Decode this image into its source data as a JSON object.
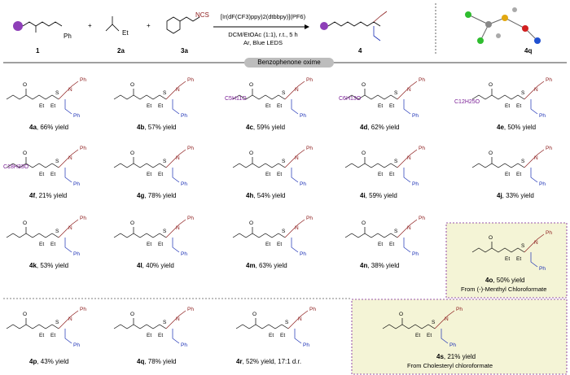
{
  "scheme": {
    "reactants": [
      {
        "id": "1",
        "label": "1",
        "fragment": "Ph"
      },
      {
        "id": "2a",
        "label": "2a",
        "fragment": "Et"
      },
      {
        "id": "3a",
        "label": "3a",
        "fragment": "NCS"
      }
    ],
    "catalyst": "[Ir(dF(CF3)ppy)2(dtbbpy)](PF6)",
    "conditions_line1": "DCM/EtOAc (1:1), r.t., 5 h",
    "conditions_line2": "Ar, Blue LEDS",
    "product_label": "4",
    "crystal_label": "4q",
    "section_label": "Benzophenone oxime",
    "common_fragments": {
      "ph": "Ph",
      "o": "O",
      "s": "S",
      "n": "N",
      "et": "Et"
    },
    "substrates": {
      "4c": "C5H11O",
      "4d": "C6H13O",
      "4e": "C12H25O",
      "4f": "C18H33O"
    },
    "entries": [
      {
        "id": "4a",
        "num": "4a",
        "yield": ", 66% yield"
      },
      {
        "id": "4b",
        "num": "4b",
        "yield": ", 57% yield"
      },
      {
        "id": "4c",
        "num": "4c",
        "yield": ", 59% yield"
      },
      {
        "id": "4d",
        "num": "4d",
        "yield": ", 62% yield"
      },
      {
        "id": "4e",
        "num": "4e",
        "yield": ", 50% yield"
      },
      {
        "id": "4f",
        "num": "4f",
        "yield": ", 21% yield"
      },
      {
        "id": "4g",
        "num": "4g",
        "yield": ", 78% yield"
      },
      {
        "id": "4h",
        "num": "4h",
        "yield": ", 54% yield"
      },
      {
        "id": "4i",
        "num": "4i",
        "yield": ", 59% yield"
      },
      {
        "id": "4j",
        "num": "4j",
        "yield": ", 33% yield"
      },
      {
        "id": "4k",
        "num": "4k",
        "yield": ", 53% yield"
      },
      {
        "id": "4l",
        "num": "4l",
        "yield": ", 40% yield"
      },
      {
        "id": "4m",
        "num": "4m",
        "yield": ", 63% yield"
      },
      {
        "id": "4n",
        "num": "4n",
        "yield": ", 38% yield"
      },
      {
        "id": "4o",
        "num": "4o",
        "yield": ", 50% yield",
        "source": "From (-)-Menthyl Chloroformate"
      },
      {
        "id": "4p",
        "num": "4p",
        "yield": ", 43% yield"
      },
      {
        "id": "4q",
        "num": "4q",
        "yield": ", 78% yield"
      },
      {
        "id": "4r",
        "num": "4r",
        "yield": ", 52% yield, 17:1 d.r."
      },
      {
        "id": "4s",
        "num": "4s",
        "yield": ", 21% yield",
        "source": "From Cholesteryl chloroformate"
      }
    ]
  },
  "colors": {
    "red": "#8b1a1a",
    "blue": "#1a2fb5",
    "purple": "#7a1f96",
    "box_fill": "#f4f4d6",
    "box_border": "#7a1f96"
  }
}
